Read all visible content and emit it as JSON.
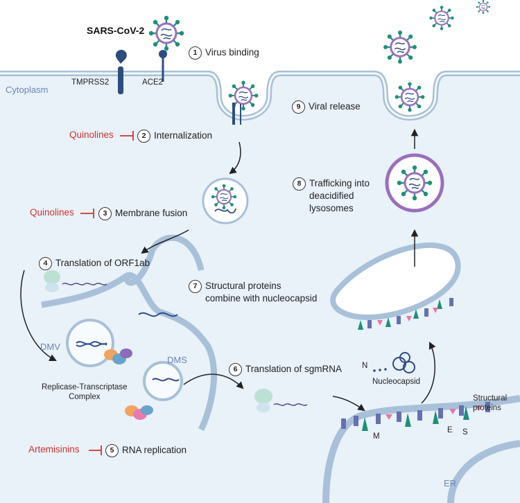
{
  "virus_name": "SARS-CoV-2",
  "receptors": {
    "tmprss2": "TMPRSS2",
    "ace2": "ACE2"
  },
  "compartments": {
    "cytoplasm": "Cytoplasm",
    "dmv": "DMV",
    "dms": "DMS",
    "er": "ER"
  },
  "steps": [
    {
      "num": "1",
      "text": "Virus binding"
    },
    {
      "num": "2",
      "text": "Internalization"
    },
    {
      "num": "3",
      "text": "Membrane fusion"
    },
    {
      "num": "4",
      "text": "Translation of ORF1ab"
    },
    {
      "num": "5",
      "text": "RNA replication"
    },
    {
      "num": "6",
      "text": "Translation of sgmRNA"
    },
    {
      "num": "7",
      "text": "Structural proteins\ncombine with nucleocapsid"
    },
    {
      "num": "8",
      "text": "Trafficking into\ndeacidified\nlysosomes"
    },
    {
      "num": "9",
      "text": "Viral release"
    }
  ],
  "inhibitors": {
    "step2": "Quinolines",
    "step3": "Quinolines",
    "step5": "Artemisinins"
  },
  "labels": {
    "rtc": "Replicase-Transcriptase\nComplex",
    "nucleocapsid": "Nucleocapsid",
    "n": "N",
    "structural": "Structural\nproteins",
    "m": "M",
    "e": "E",
    "s": "S"
  },
  "colors": {
    "membrane": "#a8c0d8",
    "membrane_dark": "#7f9dbd",
    "cytoplasm": "#e9f1f9",
    "virus_shell": "#9a6fbd",
    "spike": "#1f8f7a",
    "inhibitor": "#d0342c"
  }
}
